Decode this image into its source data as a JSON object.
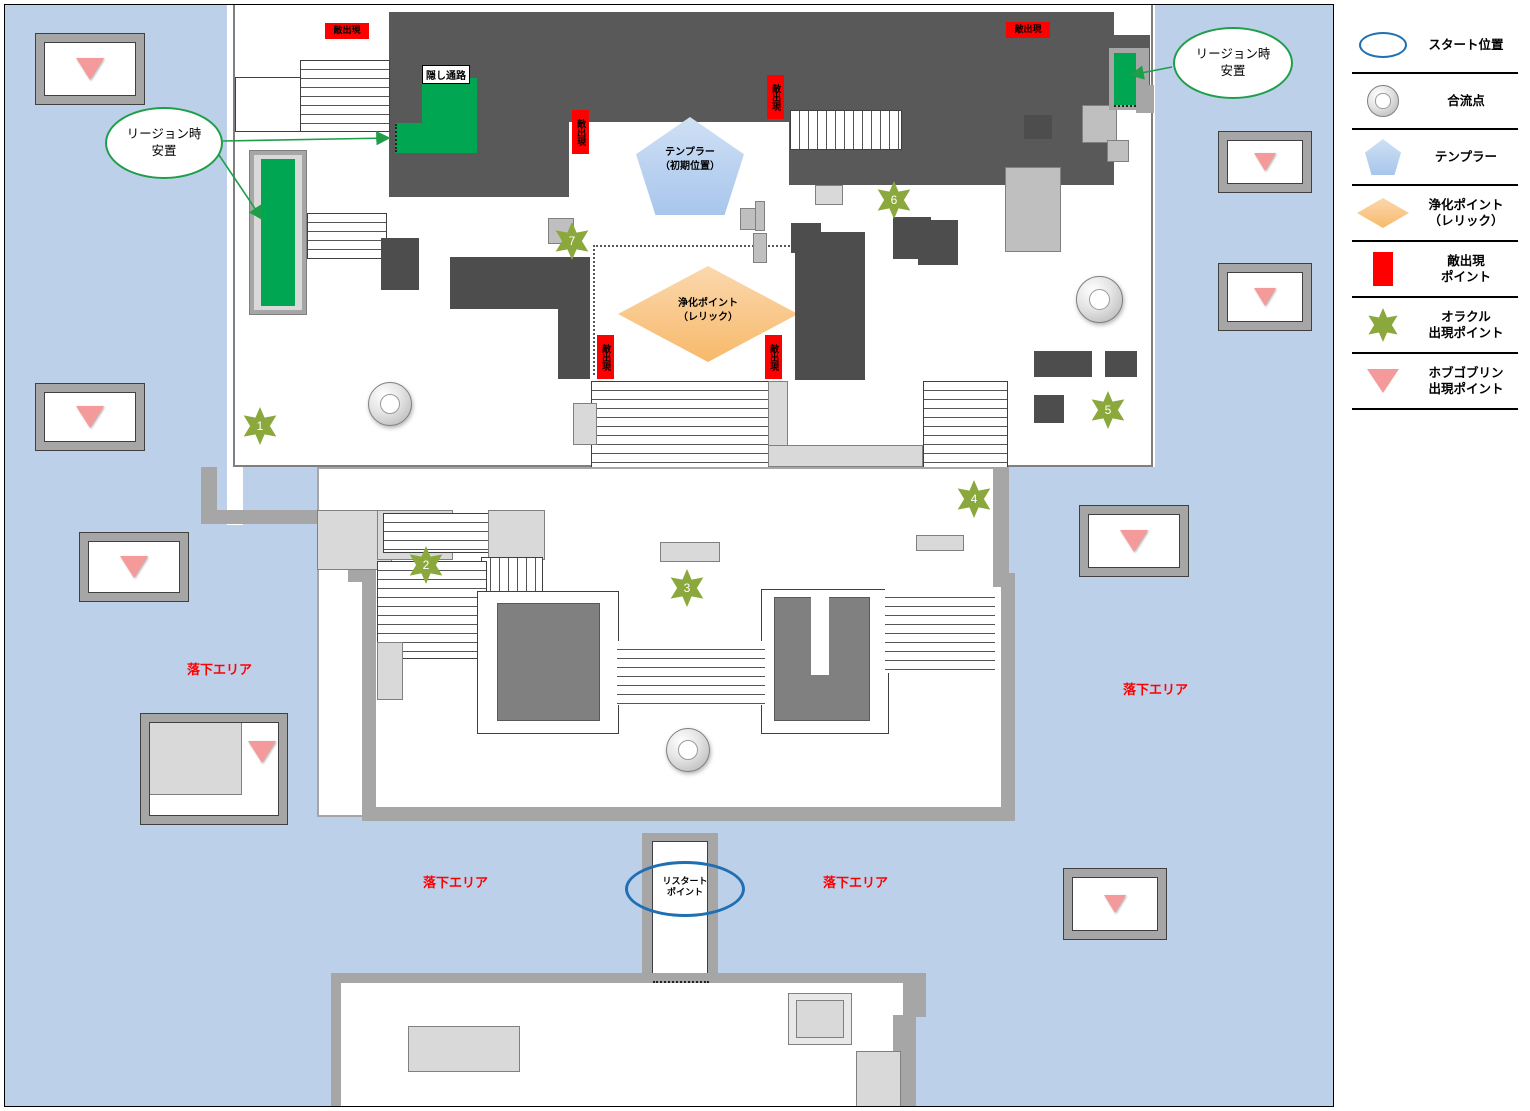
{
  "legend": {
    "items": [
      {
        "icon": "ellipse-blue-icon",
        "label": "スタート位置"
      },
      {
        "icon": "ring-icon",
        "label": "合流点"
      },
      {
        "icon": "pentagon-blue-icon",
        "label": "テンプラー"
      },
      {
        "icon": "diamond-orange-icon",
        "label": "浄化ポイント\n（レリック）"
      },
      {
        "icon": "red-bar-icon",
        "label": "敵出現\nポイント"
      },
      {
        "icon": "green-star-icon",
        "label": "オラクル\n出現ポイント"
      },
      {
        "icon": "pink-triangle-icon",
        "label": "ホブゴブリン\n出現ポイント"
      }
    ]
  },
  "map": {
    "templar": {
      "line1": "テンプラー",
      "line2": "（初期位置）"
    },
    "relic": {
      "line1": "浄化ポイント",
      "line2": "（レリック）"
    },
    "hidden_passage": "隠し通路",
    "restart": {
      "line1": "リスタート",
      "line2": "ポイント"
    },
    "callouts": [
      {
        "line1": "リージョン時",
        "line2": "安置"
      },
      {
        "line1": "リージョン時",
        "line2": "安置"
      }
    ],
    "fall_areas": [
      {
        "label": "落下エリア"
      },
      {
        "label": "落下エリア"
      },
      {
        "label": "落下エリア"
      },
      {
        "label": "落下エリア"
      }
    ],
    "enemy_points": [
      {
        "label": "敵出現",
        "orientation": "horizontal"
      },
      {
        "label": "敵出現",
        "orientation": "vertical"
      },
      {
        "label": "敵出現",
        "orientation": "vertical"
      },
      {
        "label": "敵出現",
        "orientation": "horizontal"
      },
      {
        "label": "敵出現",
        "orientation": "vertical"
      },
      {
        "label": "敵出現",
        "orientation": "vertical"
      }
    ],
    "oracle_points": [
      {
        "num": "1"
      },
      {
        "num": "2"
      },
      {
        "num": "3"
      },
      {
        "num": "4"
      },
      {
        "num": "5"
      },
      {
        "num": "6"
      },
      {
        "num": "7"
      }
    ]
  },
  "colors": {
    "water": "#bdd0e9",
    "enemy_red": "#ff0000",
    "safe_green": "#00a651",
    "callout_green": "#1f9e4a",
    "start_blue": "#1f6fb2",
    "oracle_green": "#8aa83b",
    "hobgoblin_pink": "#f59a9a",
    "fall_text_red": "#ff0000",
    "templar_blue": "#a8c6ec",
    "relic_orange": "#f7b96a"
  }
}
